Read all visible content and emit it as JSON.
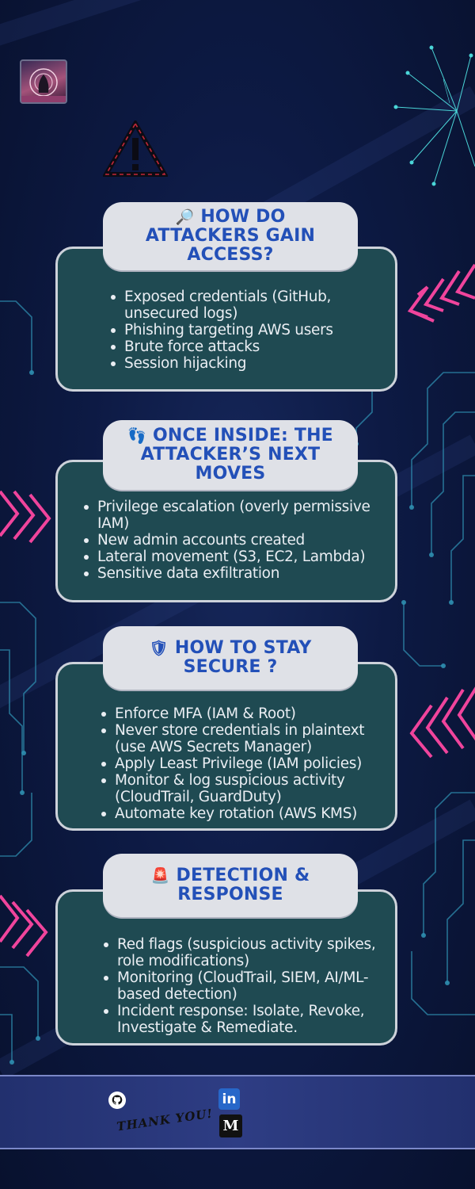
{
  "sections": [
    {
      "icon": "🔎",
      "icon_name": "magnifier-icon",
      "title": "HOW DO ATTACKERS GAIN ACCESS?",
      "items": [
        "Exposed credentials (GitHub, unsecured logs)",
        "Phishing targeting AWS users",
        "Brute force attacks",
        "Session hijacking"
      ]
    },
    {
      "icon": "👣",
      "icon_name": "footprints-icon",
      "title": "ONCE INSIDE: THE ATTACKER’S NEXT MOVES",
      "items": [
        "Privilege escalation (overly permissive IAM)",
        "New admin accounts created",
        "Lateral movement (S3, EC2, Lambda)",
        "Sensitive data exfiltration"
      ]
    },
    {
      "icon": "🛡",
      "icon_name": "shield-icon",
      "title": "HOW TO STAY SECURE ?",
      "items": [
        "Enforce MFA (IAM & Root)",
        "Never store credentials in plaintext (use AWS Secrets Manager)",
        "Apply Least Privilege (IAM policies)",
        "Monitor & log suspicious activity (CloudTrail, GuardDuty)",
        "Automate key rotation (AWS KMS)"
      ]
    },
    {
      "icon": "🚨",
      "icon_name": "siren-icon",
      "title": "DETECTION & RESPONSE",
      "items": [
        "Red flags (suspicious activity spikes, role modifications)",
        "Monitoring (CloudTrail, SIEM, AI/ML-based detection)",
        "Incident response: Isolate, Revoke, Investigate & Remediate."
      ]
    }
  ],
  "footer": {
    "thanks": "THANK YOU!",
    "linkedin_glyph": "in",
    "medium_glyph": "M",
    "icons": [
      "github-icon",
      "linkedin-icon",
      "medium-icon"
    ]
  },
  "colors": {
    "background": "#0d1a44",
    "title_text": "#2350b8",
    "title_box": "#dfe1e7",
    "body_box": "#1f4a52",
    "chevron_pink": "#f0449c",
    "circuit": "#2f8fb0"
  }
}
